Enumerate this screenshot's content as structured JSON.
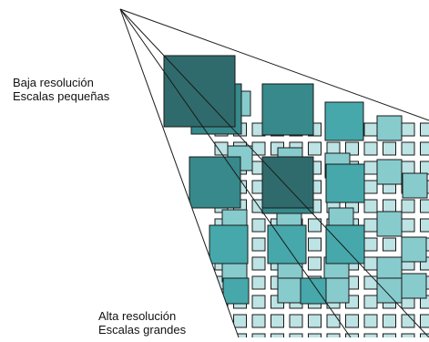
{
  "labels": {
    "top": {
      "line1": "Baja resolución",
      "line2": "Escalas pequeñas"
    },
    "bottom": {
      "line1": "Alta resolución",
      "line2": "Escalas grandes"
    }
  },
  "colors": {
    "level1": "#2f6b6c",
    "level2": "#37898b",
    "level3": "#46a8ab",
    "level4": "#87cbcd",
    "level5": "#bde3e4",
    "stroke": "#1a1a1a",
    "background": "#ffffff"
  }
}
